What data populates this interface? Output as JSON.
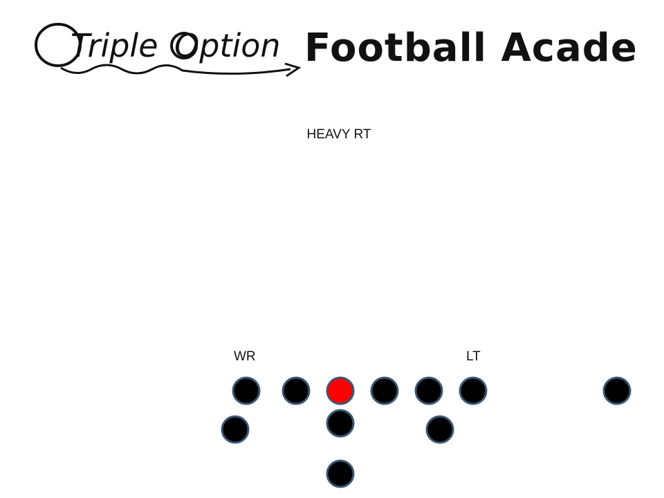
{
  "brand": {
    "script_part1": "Triple",
    "script_part2": "Option",
    "academy": "Football Academy"
  },
  "formation": {
    "name": "HEAVY RT"
  },
  "labels": {
    "wr": "WR",
    "lt": "LT"
  },
  "colors": {
    "player_fill": "#000000",
    "player_stroke": "#3b5876",
    "highlight_fill": "#ff0000"
  },
  "players": [
    {
      "id": "wr-line",
      "highlight": false
    },
    {
      "id": "line-2",
      "highlight": false
    },
    {
      "id": "center",
      "highlight": true
    },
    {
      "id": "line-4",
      "highlight": false
    },
    {
      "id": "line-5",
      "highlight": false
    },
    {
      "id": "lt-line",
      "highlight": false
    },
    {
      "id": "split-end",
      "highlight": false
    },
    {
      "id": "wing-left",
      "highlight": false
    },
    {
      "id": "quarterback",
      "highlight": false
    },
    {
      "id": "wing-right",
      "highlight": false
    },
    {
      "id": "fullback",
      "highlight": false
    }
  ]
}
